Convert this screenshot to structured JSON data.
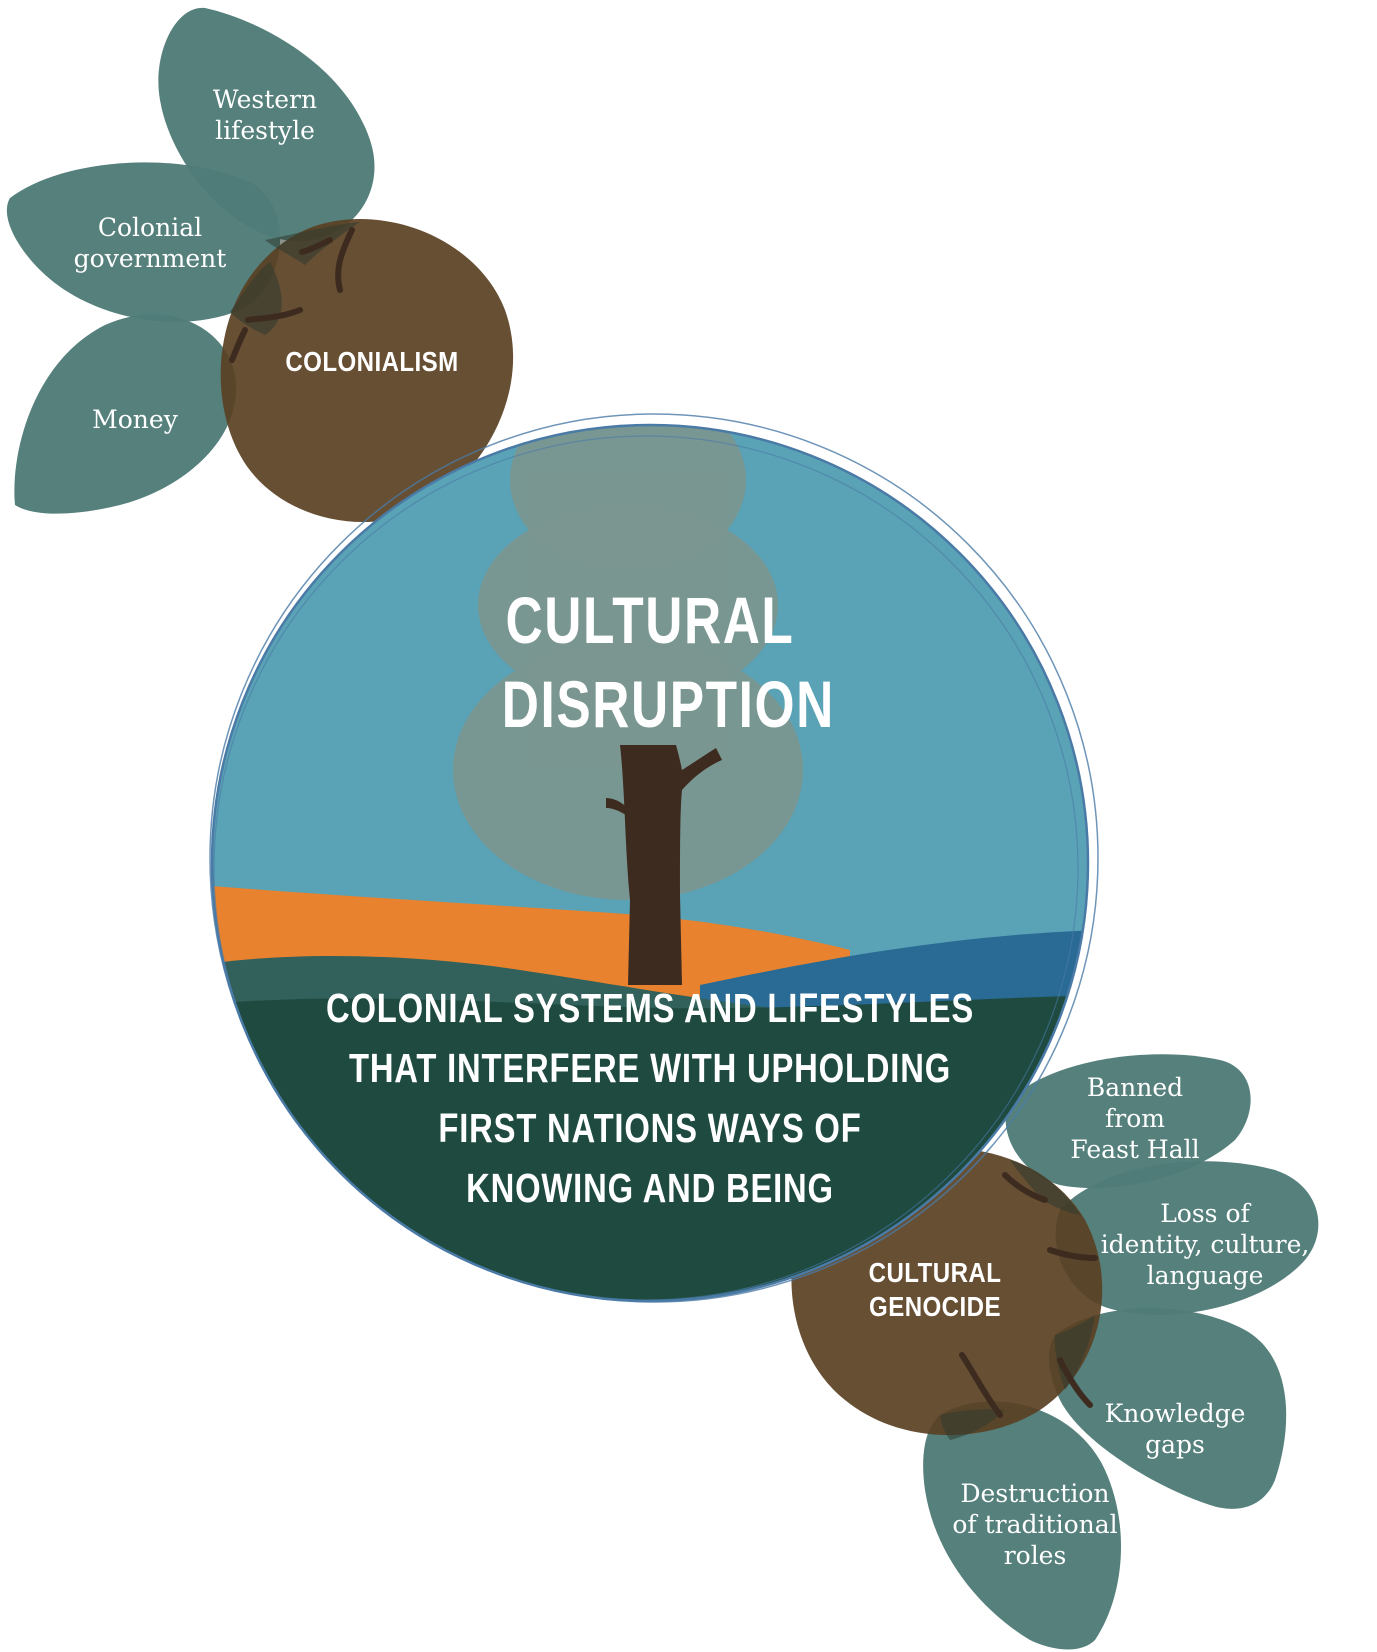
{
  "colors": {
    "leaf": "#4f7c78",
    "hub": "#5a4023",
    "sky": "#5aa2b5",
    "treetop": "#7b9690",
    "trunk": "#3d2b20",
    "orange_band": "#e8822e",
    "hill_light": "#32605a",
    "water": "#2a6b95",
    "ground": "#1e4a40",
    "outline": "#4a7aa6"
  },
  "center": {
    "title": "CULTURAL\nDISRUPTION",
    "description": "COLONIAL SYSTEMS AND LIFESTYLES\nTHAT INTERFERE WITH UPHOLDING\nFIRST NATIONS WAYS OF\nKNOWING AND BEING"
  },
  "colonialism": {
    "hub_label": "COLONIALISM",
    "leaves": [
      "Western\nlifestyle",
      "Colonial\ngovernment",
      "Money"
    ]
  },
  "cultural_genocide": {
    "hub_label": "CULTURAL\nGENOCIDE",
    "leaves": [
      "Banned\nfrom\nFeast Hall",
      "Loss of\nidentity, culture,\nlanguage",
      "Knowledge\ngaps",
      "Destruction\nof traditional\nroles"
    ]
  }
}
